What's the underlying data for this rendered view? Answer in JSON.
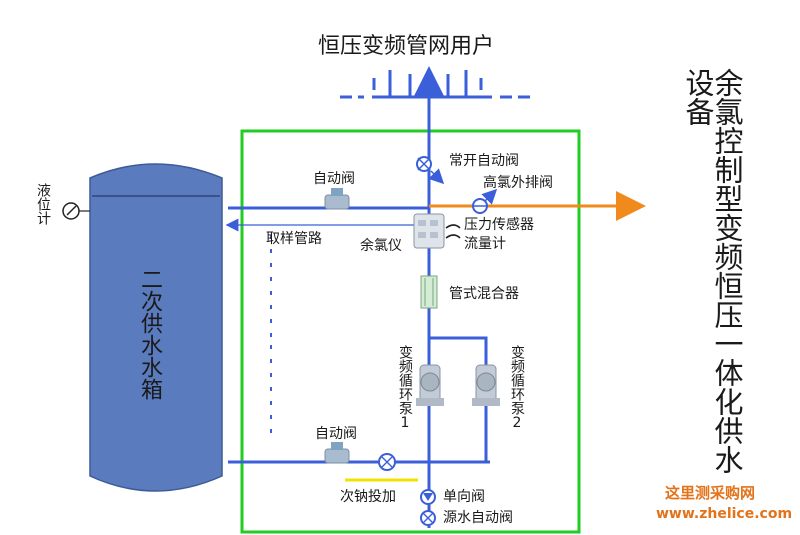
{
  "title": "恒压变频管网用户",
  "side_title": "余氯控制型变频恒压一体化供水设备",
  "tank": {
    "label": "二次供水水箱"
  },
  "level_gauge": {
    "label": "液位计"
  },
  "labels": {
    "auto_valve_top": "自动阀",
    "normally_open_valve": "常开自动阀",
    "high_chlorine_drain": "高氯外排阀",
    "pressure_sensor": "压力传感器",
    "flow_meter": "流量计",
    "sampling_line": "取样管路",
    "chlorine_meter": "余氯仪",
    "static_mixer": "管式混合器",
    "pump1": "变频循环泵1",
    "pump2": "变频循环泵2",
    "auto_valve_bottom": "自动阀",
    "hypochlorite_dosing": "次钠投加",
    "check_valve": "单向阀",
    "source_valve": "源水自动阀"
  },
  "watermark": {
    "line1": "这里测采购网",
    "line2": "www.zhelice.com"
  },
  "colors": {
    "pipe": "#3a5fd8",
    "tank": "#5a7bbd",
    "frame": "#22cc22",
    "drain": "#f08a1c",
    "dosing": "#f2e200",
    "watermark": "#e3731a"
  }
}
